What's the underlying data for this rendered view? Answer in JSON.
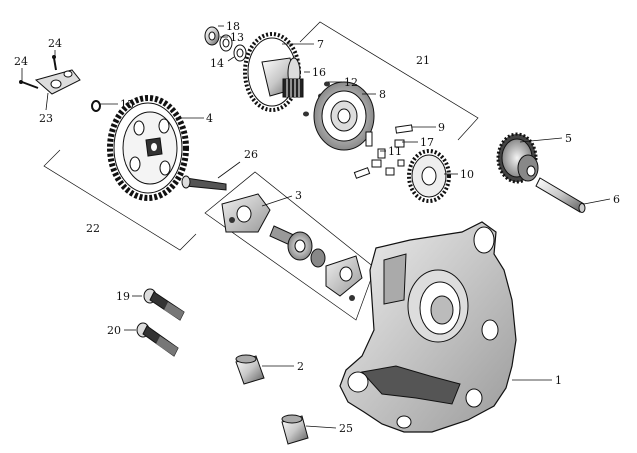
{
  "callouts": [
    {
      "id": "c1",
      "text": "1"
    },
    {
      "id": "c2",
      "text": "2"
    },
    {
      "id": "c3",
      "text": "3"
    },
    {
      "id": "c4",
      "text": "4"
    },
    {
      "id": "c5",
      "text": "5"
    },
    {
      "id": "c6",
      "text": "6"
    },
    {
      "id": "c7",
      "text": "7"
    },
    {
      "id": "c8",
      "text": "8"
    },
    {
      "id": "c9",
      "text": "9"
    },
    {
      "id": "c10",
      "text": "10"
    },
    {
      "id": "c11",
      "text": "11"
    },
    {
      "id": "c12",
      "text": "12"
    },
    {
      "id": "c13",
      "text": "13"
    },
    {
      "id": "c14",
      "text": "14"
    },
    {
      "id": "c15",
      "text": "15"
    },
    {
      "id": "c16",
      "text": "16"
    },
    {
      "id": "c17",
      "text": "17"
    },
    {
      "id": "c18",
      "text": "18"
    },
    {
      "id": "c19",
      "text": "19"
    },
    {
      "id": "c20",
      "text": "20"
    },
    {
      "id": "c21",
      "text": "21"
    },
    {
      "id": "c22",
      "text": "22"
    },
    {
      "id": "c23",
      "text": "23"
    },
    {
      "id": "c24a",
      "text": "24"
    },
    {
      "id": "c24b",
      "text": "24"
    },
    {
      "id": "c25",
      "text": "25"
    },
    {
      "id": "c26",
      "text": "26"
    }
  ]
}
